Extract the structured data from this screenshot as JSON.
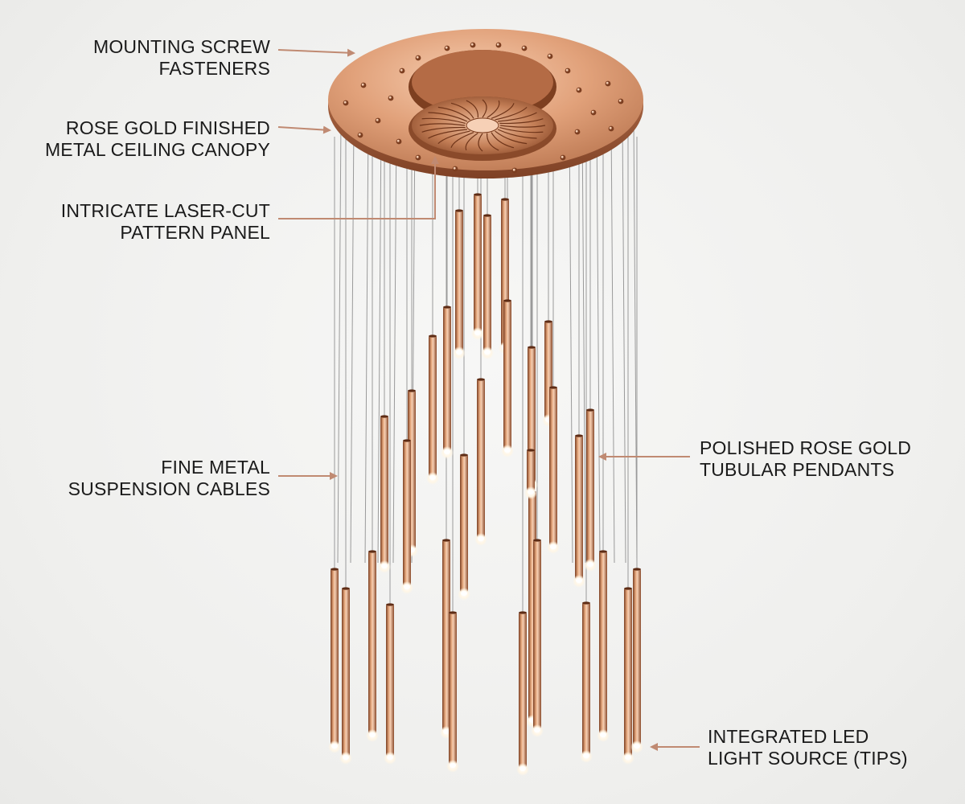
{
  "colors": {
    "arrow": "#c08a72",
    "rose_gold_light": "#f3c4a4",
    "rose_gold_mid": "#d08d63",
    "rose_gold_dark": "#8f4f2e",
    "cable": "#9a9a9a",
    "led_glow": "#fffaf0"
  },
  "callouts": {
    "mounting_screw": {
      "line1": "MOUNTING SCREW",
      "line2": "FASTENERS"
    },
    "canopy": {
      "line1": "ROSE GOLD FINISHED",
      "line2": "METAL CEILING CANOPY"
    },
    "laser_panel": {
      "line1": "INTRICATE LASER-CUT",
      "line2": "PATTERN PANEL"
    },
    "cables": {
      "line1": "FINE METAL",
      "line2": "SUSPENSION CABLES"
    },
    "pendants": {
      "line1": "POLISHED ROSE GOLD",
      "line2": "TUBULAR PENDANTS"
    },
    "led": {
      "line1": "INTEGRATED LED",
      "line2": "LIGHT SOURCE (TIPS)"
    }
  },
  "icons": {
    "chandelier": "chandelier-illustration",
    "arrow": "arrow-icon"
  }
}
